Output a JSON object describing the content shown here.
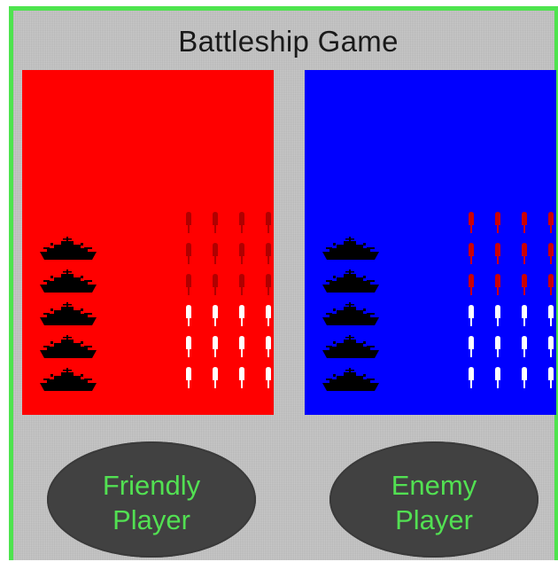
{
  "title": "Battleship Game",
  "colors": {
    "frame_border": "#4ee44e",
    "background": "#c2c2c2",
    "friendly_board": "#ff0000",
    "enemy_board": "#0000ff",
    "ship": "#000000",
    "peg_miss": "#ffffff",
    "peg_hit": "#cc0000",
    "peg_faded_on_red": "#b00000",
    "player_button_fill": "#414141",
    "player_button_text": "#52e052"
  },
  "boards": [
    {
      "side": "friendly",
      "ships_remaining": 5,
      "ship_icon": "battleship-icon",
      "peg_columns": 4,
      "hit_peg_rows": 3,
      "miss_peg_rows": 3
    },
    {
      "side": "enemy",
      "ships_remaining": 5,
      "ship_icon": "battleship-icon",
      "peg_columns": 4,
      "hit_peg_rows": 3,
      "miss_peg_rows": 3
    }
  ],
  "buttons": {
    "friendly_line1": "Friendly",
    "friendly_line2": "Player",
    "enemy_line1": "Enemy",
    "enemy_line2": "Player"
  }
}
